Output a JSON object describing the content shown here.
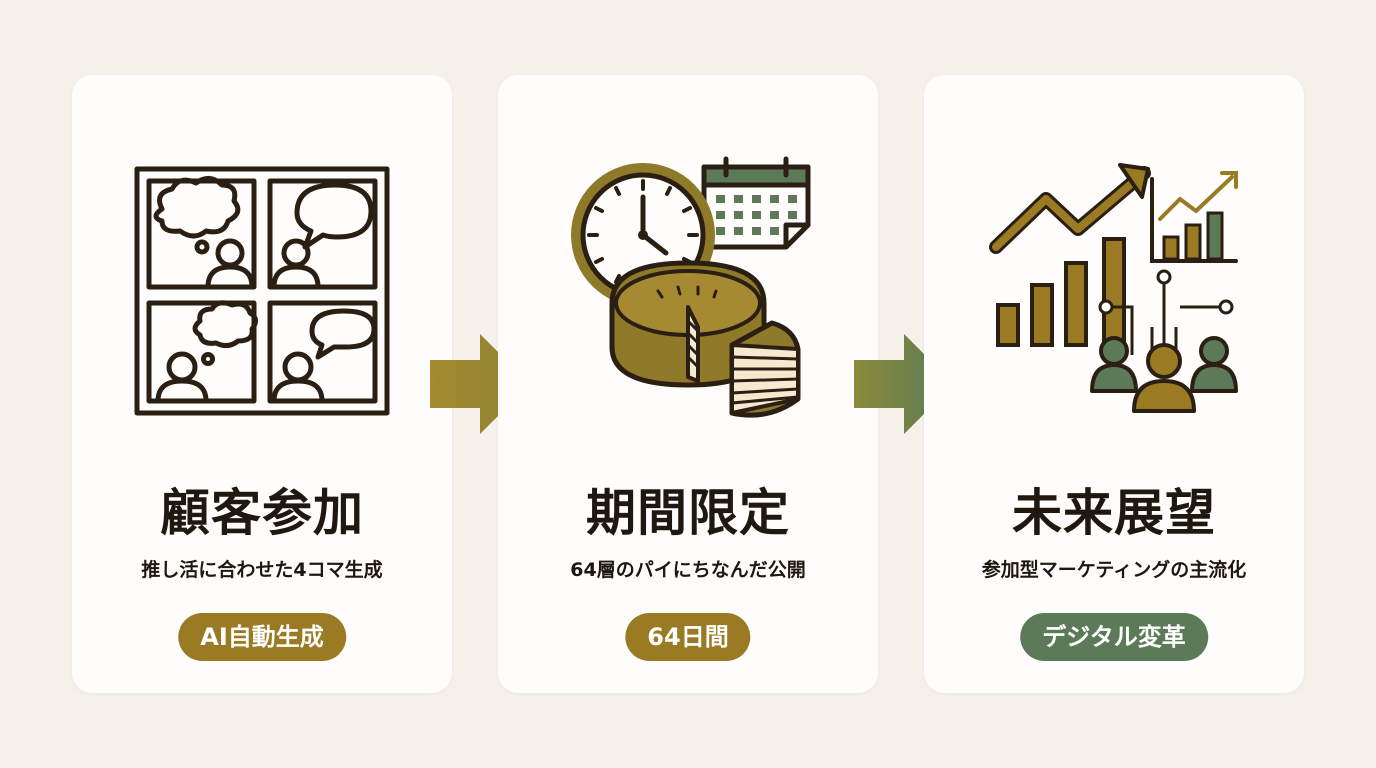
{
  "steps": [
    {
      "title": "顧客参加",
      "subtitle": "推し活に合わせた4コマ生成",
      "badge": "AI自動生成",
      "icon": "four-panel-comic-icon"
    },
    {
      "title": "期間限定",
      "subtitle": "64層のパイにちなんだ公開",
      "badge": "64日間",
      "icon": "clock-calendar-pie-icon"
    },
    {
      "title": "未来展望",
      "subtitle": "参加型マーケティングの主流化",
      "badge": "デジタル変革",
      "icon": "growth-chart-people-icon"
    }
  ],
  "colors": {
    "background": "#f5f1ea",
    "card": "#fefdfc",
    "text": "#1f1810",
    "gold": "#9a7b24",
    "green": "#5c7a58",
    "line": "#2a1f12"
  }
}
